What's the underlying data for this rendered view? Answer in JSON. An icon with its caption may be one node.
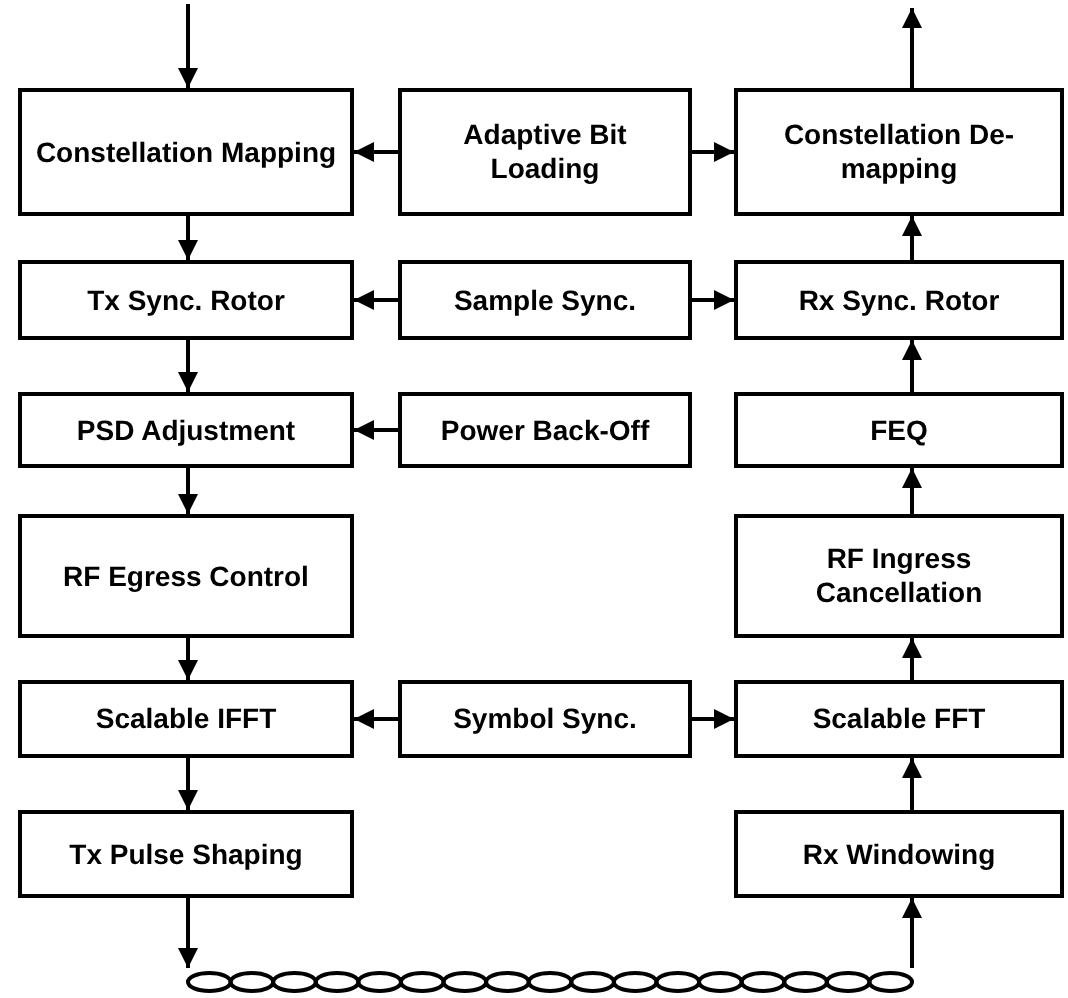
{
  "diagram": {
    "nodes": [
      {
        "text": [
          "Constellation Mapping"
        ]
      },
      {
        "text": [
          "Adaptive Bit Loading"
        ]
      },
      {
        "text": [
          "Constellation De-mapping"
        ]
      },
      {
        "text": [
          "Tx Sync. Rotor"
        ]
      },
      {
        "text": [
          "Sample Sync."
        ]
      },
      {
        "text": [
          "Rx Sync. Rotor"
        ]
      },
      {
        "text": [
          "PSD Adjustment"
        ]
      },
      {
        "text": [
          "Power Back-Off"
        ]
      },
      {
        "text": [
          "FEQ"
        ]
      },
      {
        "text": [
          "RF Egress Control"
        ]
      },
      {
        "text": [
          "RF Ingress Cancellation"
        ]
      },
      {
        "text": [
          "Scalable IFFT"
        ]
      },
      {
        "text": [
          "Symbol Sync."
        ]
      },
      {
        "text": [
          "Scalable FFT"
        ]
      },
      {
        "text": [
          "Tx Pulse Shaping"
        ]
      },
      {
        "text": [
          "Rx Windowing"
        ]
      },
      {
        "text": [],
        "shape": "cable"
      }
    ],
    "edges": [
      {
        "from": null,
        "to": 0,
        "arrow": "to"
      },
      {
        "from": 2,
        "to": null,
        "arrow": "to"
      },
      {
        "from": 1,
        "to": 0,
        "arrow": "to"
      },
      {
        "from": 1,
        "to": 2,
        "arrow": "to"
      },
      {
        "from": 0,
        "to": 3,
        "arrow": "to"
      },
      {
        "from": 4,
        "to": 3,
        "arrow": "to"
      },
      {
        "from": 4,
        "to": 5,
        "arrow": "to"
      },
      {
        "from": 5,
        "to": 2,
        "arrow": "to"
      },
      {
        "from": 3,
        "to": 6,
        "arrow": "to"
      },
      {
        "from": 7,
        "to": 6,
        "arrow": "to"
      },
      {
        "from": 8,
        "to": 5,
        "arrow": "to"
      },
      {
        "from": 6,
        "to": 9,
        "arrow": "to"
      },
      {
        "from": 10,
        "to": 8,
        "arrow": "to"
      },
      {
        "from": 9,
        "to": 11,
        "arrow": "to"
      },
      {
        "from": 12,
        "to": 11,
        "arrow": "to"
      },
      {
        "from": 12,
        "to": 13,
        "arrow": "to"
      },
      {
        "from": 13,
        "to": 10,
        "arrow": "to"
      },
      {
        "from": 11,
        "to": 14,
        "arrow": "to"
      },
      {
        "from": 15,
        "to": 13,
        "arrow": "to"
      },
      {
        "from": 14,
        "to": 16,
        "arrow": "to"
      },
      {
        "from": 16,
        "to": 15,
        "arrow": "to"
      }
    ]
  }
}
